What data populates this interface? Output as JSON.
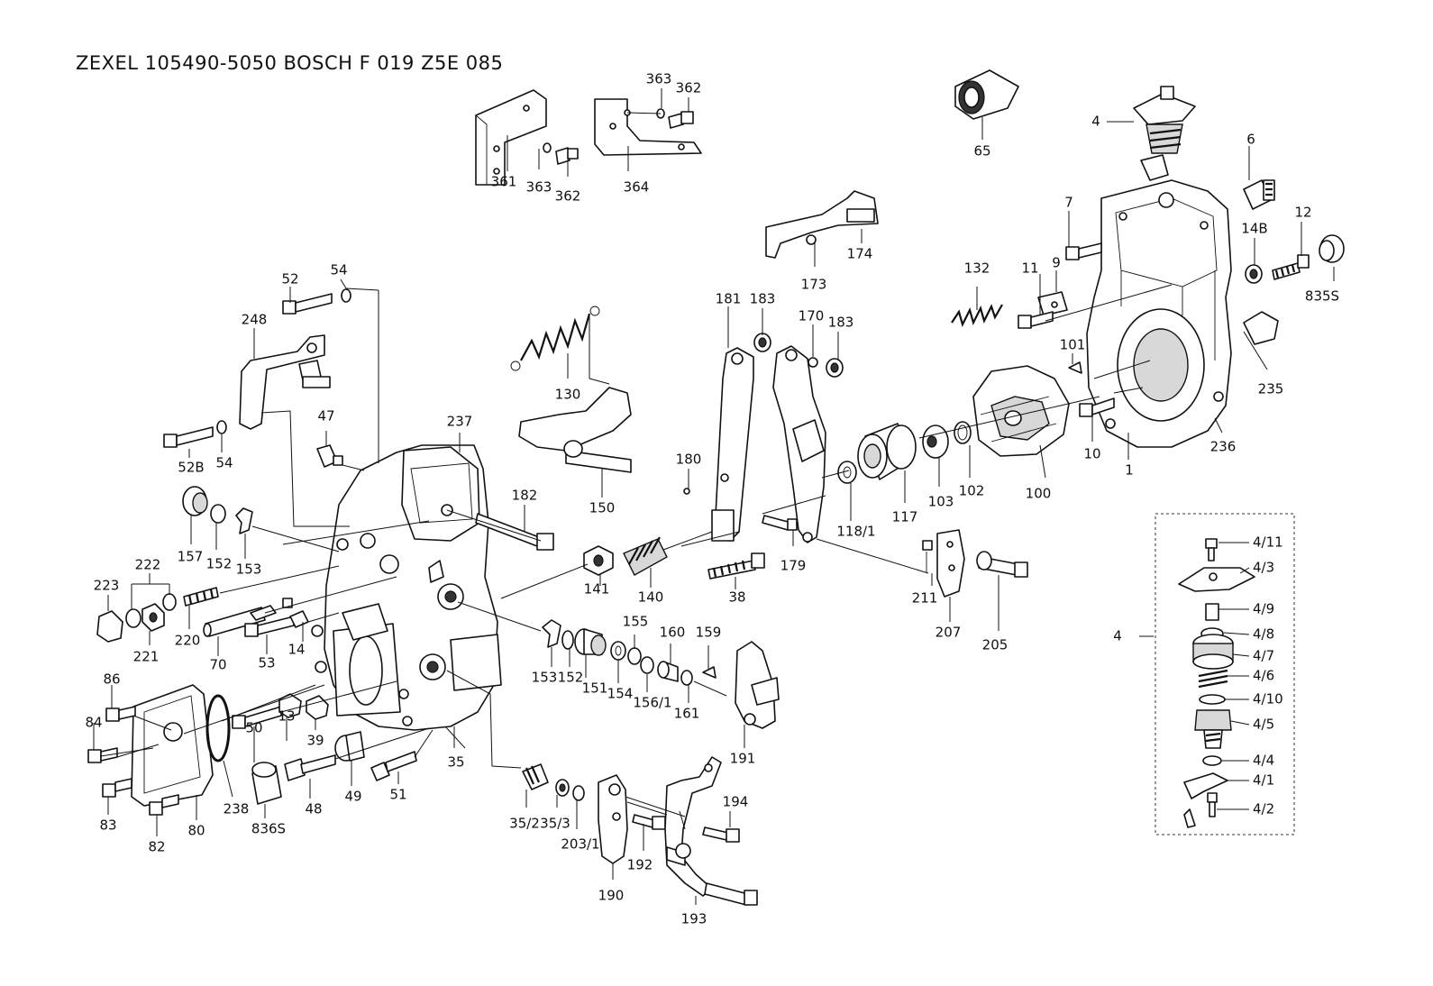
{
  "title": "ZEXEL  105490-5050  BOSCH  F 019 Z5E 085",
  "labels": {
    "p363a": "363",
    "p362a": "362",
    "p361": "361",
    "p363b": "363",
    "p362b": "362",
    "p364": "364",
    "p65": "65",
    "p4top": "4",
    "p6": "6",
    "p7": "7",
    "p14B": "14B",
    "p12": "12",
    "p835S": "835S",
    "p174": "174",
    "p173": "173",
    "p132": "132",
    "p11": "11",
    "p9": "9",
    "p101": "101",
    "p235": "235",
    "p10": "10",
    "p1": "1",
    "p236": "236",
    "p52": "52",
    "p54a": "54",
    "p248": "248",
    "p52B": "52B",
    "p54b": "54",
    "p47": "47",
    "p130": "130",
    "p150": "150",
    "p181": "181",
    "p183a": "183",
    "p170": "170",
    "p183b": "183",
    "p180": "180",
    "p237": "237",
    "p182": "182",
    "p157": "157",
    "p152a": "152",
    "p153a": "153",
    "p117": "117",
    "p118_1": "118/1",
    "p103": "103",
    "p102": "102",
    "p100": "100",
    "p222": "222",
    "p223": "223",
    "p221": "221",
    "p220": "220",
    "p70": "70",
    "p53": "53",
    "p14": "14",
    "p141": "141",
    "p140": "140",
    "p38": "38",
    "p179": "179",
    "p211": "211",
    "p207": "207",
    "p205": "205",
    "p155": "155",
    "p160": "160",
    "p159": "159",
    "p153b": "153",
    "p152b": "152",
    "p151": "151",
    "p154": "154",
    "p156_1": "156/1",
    "p161": "161",
    "p191": "191",
    "p86": "86",
    "p84": "84",
    "p83": "83",
    "p82": "82",
    "p80": "80",
    "p238": "238",
    "p50": "50",
    "p13": "13",
    "p39": "39",
    "p836S": "836S",
    "p48": "48",
    "p49": "49",
    "p51": "51",
    "p35": "35",
    "p35_2": "35/2",
    "p35_3": "35/3",
    "p203_1": "203/1",
    "p190": "190",
    "p192": "192",
    "p193": "193",
    "p194": "194",
    "p4inset": "4",
    "i4_11": "4/11",
    "i4_3": "4/3",
    "i4_9": "4/9",
    "i4_8": "4/8",
    "i4_7": "4/7",
    "i4_6": "4/6",
    "i4_10": "4/10",
    "i4_5": "4/5",
    "i4_4": "4/4",
    "i4_1": "4/1",
    "i4_2": "4/2"
  }
}
